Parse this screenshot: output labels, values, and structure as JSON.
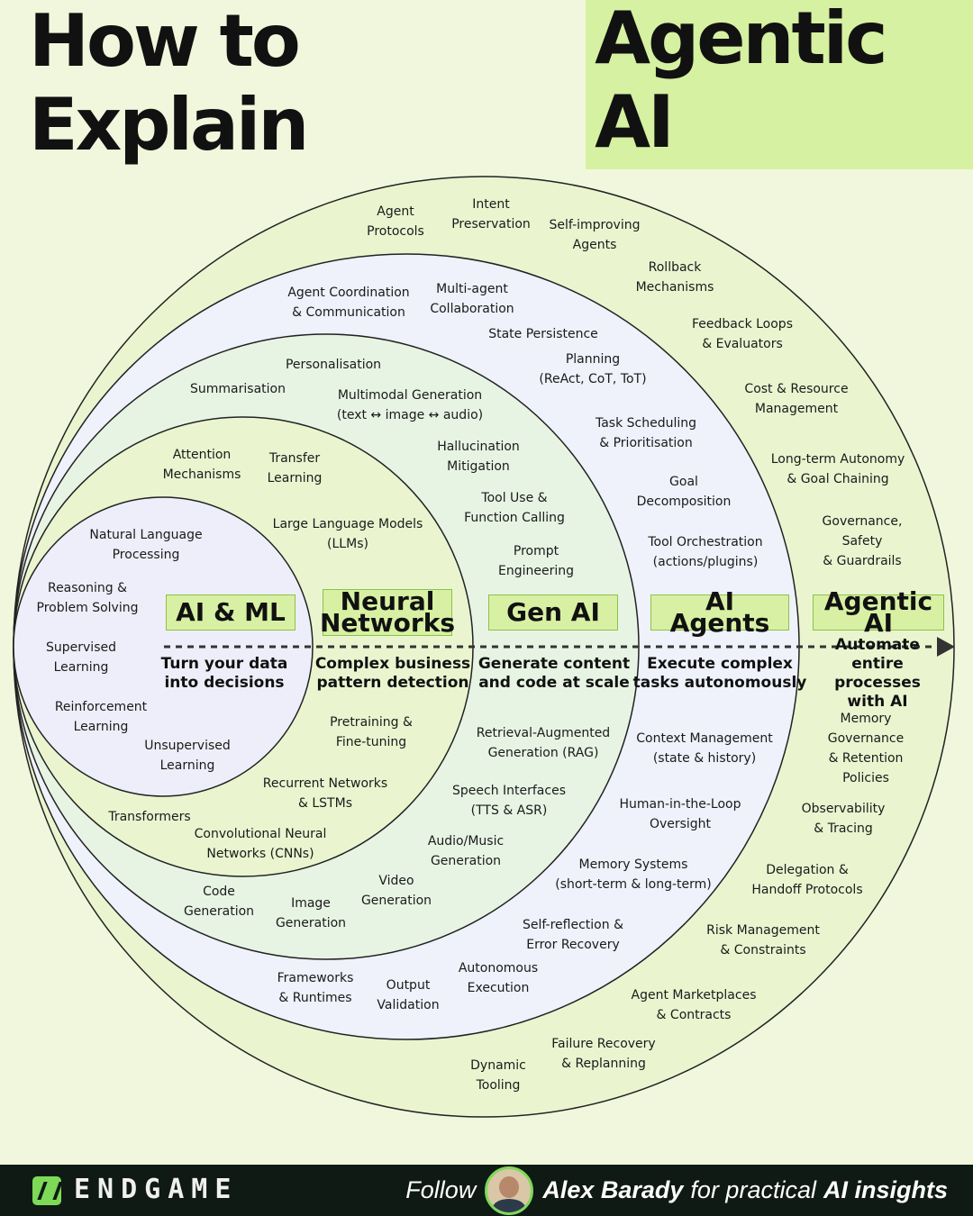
{
  "title": {
    "part1": "How to Explain",
    "part2": "Agentic AI"
  },
  "colors": {
    "background": "#f1f7dc",
    "outer_ring": "#eaf5d0",
    "agents_ring": "#eff1fb",
    "genai_ring": "#e7f4e4",
    "neural_ring": "#eaf5d0",
    "core": "#eeeefa",
    "badge_fill": "#d8f0a4",
    "accent": "#7ed957",
    "footer": "#0f1a14"
  },
  "layers": [
    {
      "badge": "AI & ML",
      "description": "Turn your data\ninto decisions"
    },
    {
      "badge": "Neural\nNetworks",
      "description": "Complex business\npattern detection"
    },
    {
      "badge": "Gen AI",
      "description": "Generate content\nand code at scale"
    },
    {
      "badge": "AI Agents",
      "description": "Execute complex\ntasks autonomously"
    },
    {
      "badge": "Agentic AI",
      "description": "Automate entire\nprocesses with AI"
    }
  ],
  "concepts": {
    "ai_ml": [
      "Natural Language\nProcessing",
      "Reasoning &\nProblem Solving",
      "Supervised\nLearning",
      "Reinforcement\nLearning",
      "Unsupervised\nLearning"
    ],
    "neural": [
      "Attention\nMechanisms",
      "Transfer\nLearning",
      "Large Language Models\n(LLMs)",
      "Pretraining &\nFine-tuning",
      "Recurrent Networks\n& LSTMs",
      "Transformers",
      "Convolutional Neural\nNetworks (CNNs)"
    ],
    "gen_ai": [
      "Summarisation",
      "Personalisation",
      "Multimodal Generation\n(text ↔ image ↔ audio)",
      "Hallucination\nMitigation",
      "Tool Use &\nFunction Calling",
      "Prompt\nEngineering",
      "Retrieval-Augmented\nGeneration  (RAG)",
      "Speech Interfaces\n(TTS & ASR)",
      "Audio/Music\nGeneration",
      "Video\nGeneration",
      "Image\nGeneration",
      "Code\nGeneration"
    ],
    "ai_agents": [
      "Agent Coordination\n& Communication",
      "Multi-agent\nCollaboration",
      "State Persistence",
      "Planning\n(ReAct, CoT, ToT)",
      "Task Scheduling\n& Prioritisation",
      "Goal\nDecomposition",
      "Tool Orchestration\n(actions/plugins)",
      "Context Management\n(state & history)",
      "Human-in-the-Loop\nOversight",
      "Memory Systems\n(short-term & long-term)",
      "Self-reflection &\nError Recovery",
      "Autonomous\nExecution",
      "Output\nValidation",
      "Frameworks\n& Runtimes"
    ],
    "agentic_ai": [
      "Agent\nProtocols",
      "Intent\nPreservation",
      "Self-improving\nAgents",
      "Rollback\nMechanisms",
      "Feedback Loops\n& Evaluators",
      "Cost & Resource\nManagement",
      "Long-term Autonomy\n& Goal Chaining",
      "Governance, Safety\n& Guardrails",
      "Memory Governance\n& Retention Policies",
      "Observability\n& Tracing",
      "Delegation &\nHandoff Protocols",
      "Risk Management\n& Constraints",
      "Agent Marketplaces\n& Contracts",
      "Failure Recovery\n& Replanning",
      "Dynamic\nTooling"
    ]
  },
  "footer": {
    "brand": "ENDGAME",
    "follow": "Follow",
    "name": "Alex Barady",
    "middle": "for practical",
    "highlight": "AI insights"
  }
}
